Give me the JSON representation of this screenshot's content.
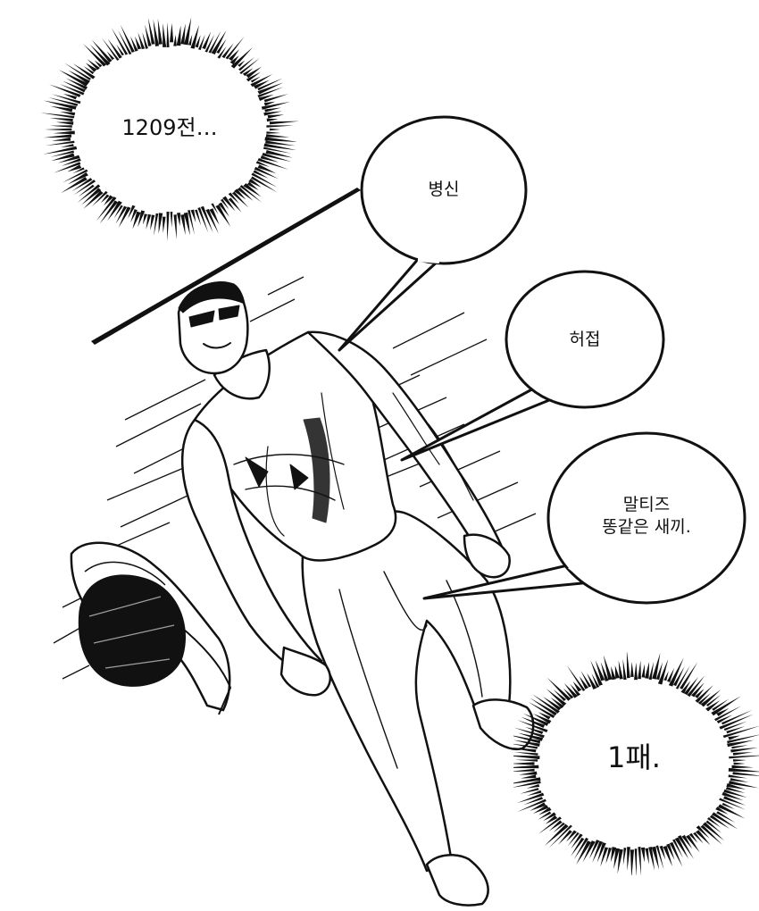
{
  "caption_top": "1209전…",
  "bubble_1": "병신",
  "bubble_2": "허접",
  "bubble_3": "말티즈\n똥같은 새끼.",
  "caption_bottom": "1패.",
  "colors": {
    "ink": "#111111",
    "paper": "#ffffff",
    "skin_shade": "#e6e6e6"
  }
}
